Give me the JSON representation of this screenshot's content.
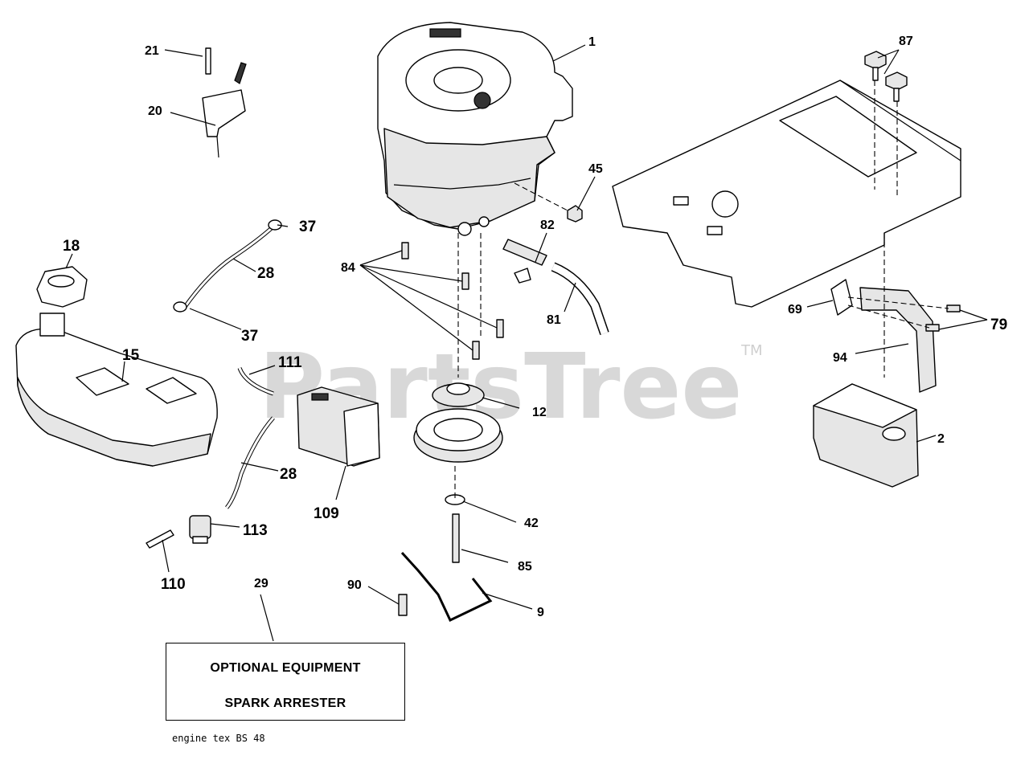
{
  "watermark": {
    "text": "PartsTree",
    "tm": "TM"
  },
  "callouts": {
    "c1": "1",
    "c2": "2",
    "c9": "9",
    "c12": "12",
    "c15": "15",
    "c18": "18",
    "c20": "20",
    "c21": "21",
    "c28a": "28",
    "c28b": "28",
    "c29": "29",
    "c37a": "37",
    "c37b": "37",
    "c42": "42",
    "c45": "45",
    "c69": "69",
    "c79": "79",
    "c81": "81",
    "c82": "82",
    "c84": "84",
    "c85": "85",
    "c87": "87",
    "c90": "90",
    "c94": "94",
    "c109": "109",
    "c110": "110",
    "c111": "111",
    "c113": "113"
  },
  "optional_box": {
    "line1": "OPTIONAL EQUIPMENT",
    "line2": "SPARK ARRESTER"
  },
  "footer": {
    "code": "engine tex  BS  48"
  }
}
